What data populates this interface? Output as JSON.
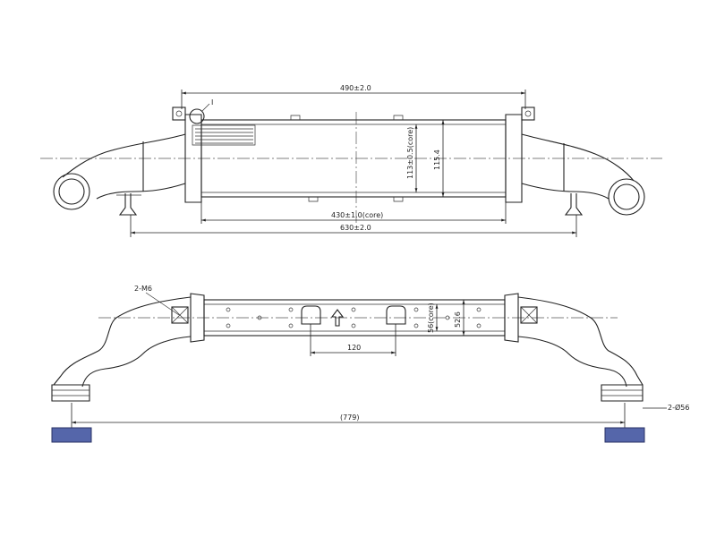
{
  "dimensions": {
    "top_overall_width": "490±2.0",
    "top_core_length": "430±1.0(core)",
    "top_total_length": "630±2.0",
    "top_core_height": "113±0.5(core)",
    "top_height": "115.4",
    "detail_marker": "I",
    "bottom_mount_label": "2-M6",
    "bottom_spacing": "120",
    "bottom_core_height": "56(core)",
    "bottom_height": "52.6",
    "bottom_span": "(779)",
    "pipe_label": "2-Ø56"
  },
  "colors": {
    "line": "#222222",
    "foot_fill": "#5566aa"
  }
}
